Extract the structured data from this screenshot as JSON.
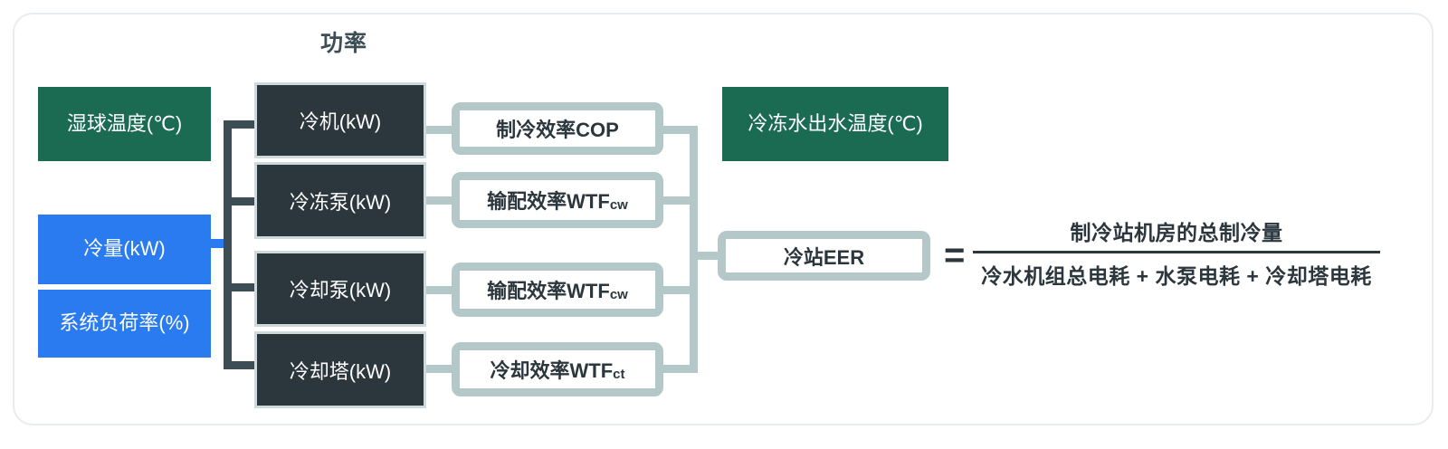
{
  "diagram": {
    "section_title": "功率",
    "inputs": [
      {
        "label": "湿球温度(℃)",
        "color": "#1b6b53"
      },
      {
        "label": "冷量(kW)",
        "color": "#2a7bf0"
      },
      {
        "label": "系统负荷率(%)",
        "color": "#2a7bf0"
      }
    ],
    "right_input": {
      "label": "冷冻水出水温度(℃)",
      "color": "#1b6b53"
    },
    "power_boxes": [
      {
        "label": "冷机(kW)"
      },
      {
        "label": "冷冻泵(kW)"
      },
      {
        "label": "冷却泵(kW)"
      },
      {
        "label": "冷却塔(kW)"
      }
    ],
    "efficiency_boxes": [
      {
        "text": "制冷效率COP",
        "sub": ""
      },
      {
        "text": "输配效率WTF",
        "sub": "cw"
      },
      {
        "text": "输配效率WTF",
        "sub": "cw"
      },
      {
        "text": "冷却效率WTF",
        "sub": "ct"
      }
    ],
    "result_box": {
      "label": "冷站EER"
    },
    "equals_sign": "=",
    "formula": {
      "numerator": "制冷站机房的总制冷量",
      "denominator": "冷水机组总电耗 + 水泵电耗 + 冷却塔电耗"
    },
    "colors": {
      "dark_box": "#2b363d",
      "teal_connector": "#b4c8ca",
      "dark_connector": "#3c4d56",
      "blue_connector": "#2a7bf0",
      "frame_border": "#e9ecee"
    }
  }
}
